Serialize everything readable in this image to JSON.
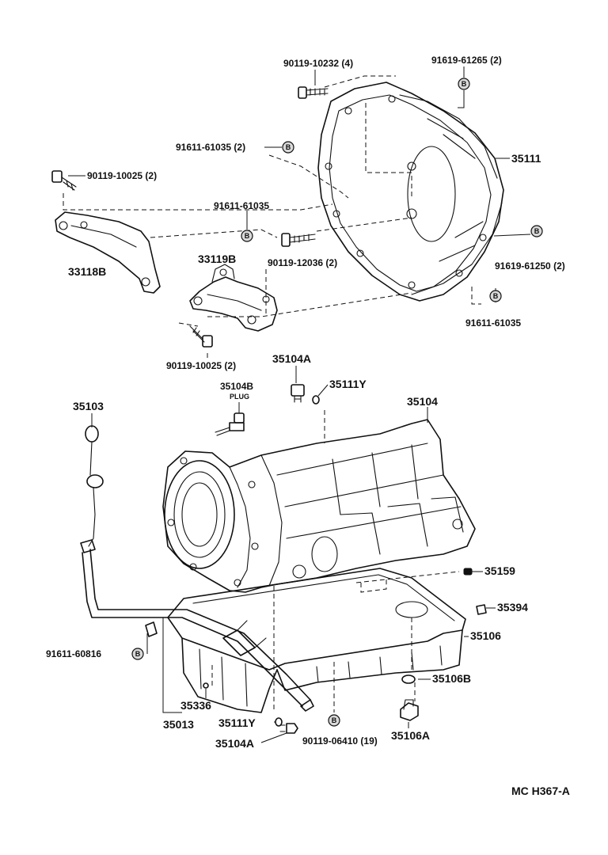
{
  "colors": {
    "ink": "#111111",
    "badge_fill": "#d9d9d9",
    "background": "#ffffff"
  },
  "badge_letter": "B",
  "diagram_code": "MC  H367-A",
  "labels": {
    "bolt_top": "90119-10232 (4)",
    "stud_top_right": "91619-61265 (2)",
    "bellhousing": "35111",
    "stud_left_top": "91611-61035 (2)",
    "bolt_bracket_top": "90119-10025 (2)",
    "stud_mid": "91611-61035",
    "bracket_left": "33118B",
    "bracket_mid": "33119B",
    "bolt_mid": "90119-12036 (2)",
    "stud_right": "91619-61250 (2)",
    "stud_right_lower": "91611-61035",
    "bolt_bracket_bottom": "90119-10025 (2)",
    "plug_top": "35104A",
    "plug_b": "35104B",
    "plug_word": "PLUG",
    "oring_top": "35111Y",
    "case": "35104",
    "dipstick": "35103",
    "gasket": "35159",
    "magnet": "35394",
    "oil_pan": "35106",
    "stud_left_bottom": "91611-60816",
    "washer": "35106B",
    "clamp": "35336",
    "tube": "35013",
    "oring_bottom": "35111Y",
    "drain_plug": "35104A",
    "bolt_pan": "90119-06410 (19)",
    "drain_nut": "35106A"
  }
}
